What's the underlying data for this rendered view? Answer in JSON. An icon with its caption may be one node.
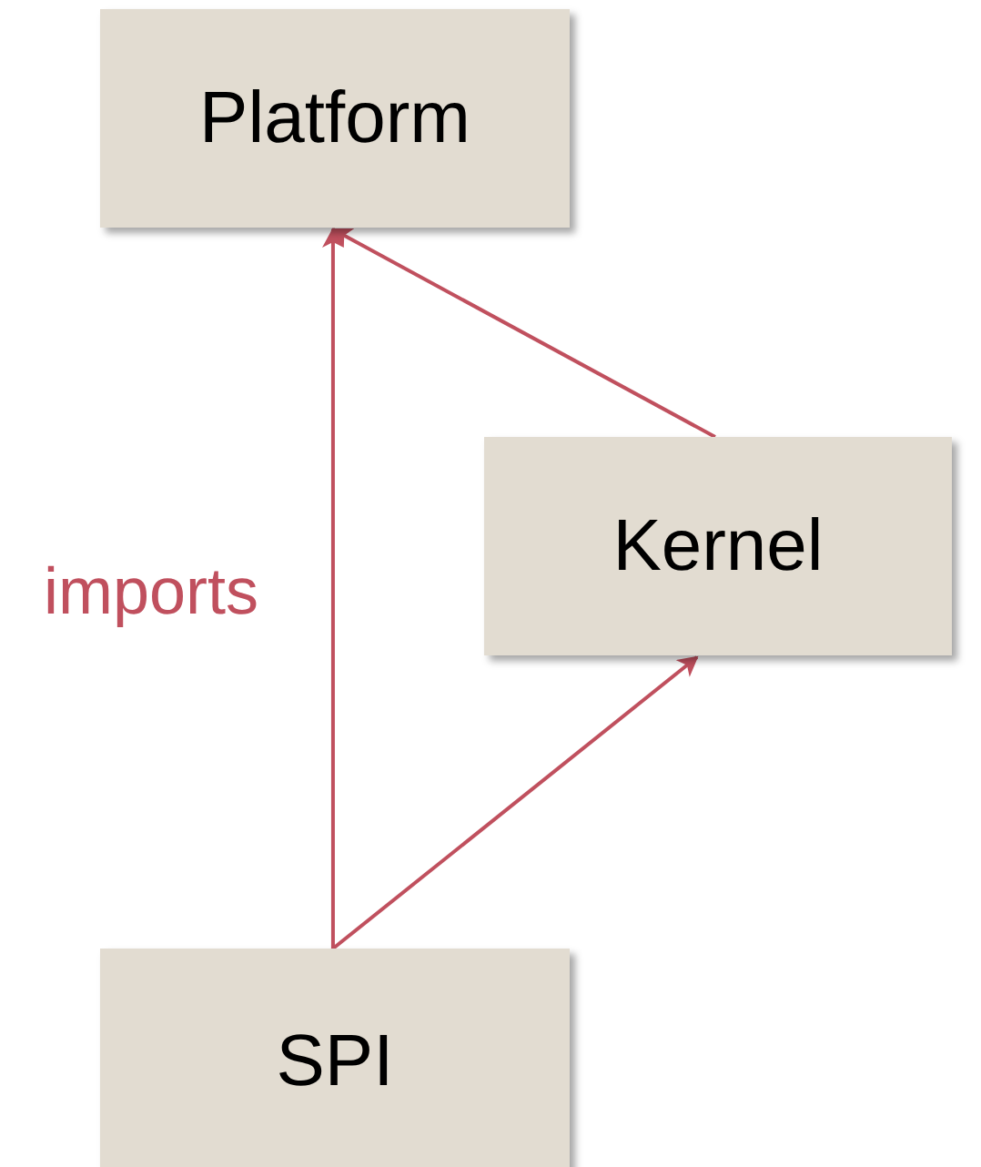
{
  "diagram": {
    "nodes": [
      {
        "text": [
          "Platform"
        ]
      },
      {
        "text": [
          "Kernel"
        ]
      },
      {
        "text": [
          "SPI"
        ]
      }
    ],
    "edges": [
      {
        "from": 2,
        "to": 0,
        "arrow": "to",
        "label": "imports"
      },
      {
        "from": 1,
        "to": 0,
        "arrow": "to"
      },
      {
        "from": 2,
        "to": 1,
        "arrow": "to"
      }
    ]
  }
}
